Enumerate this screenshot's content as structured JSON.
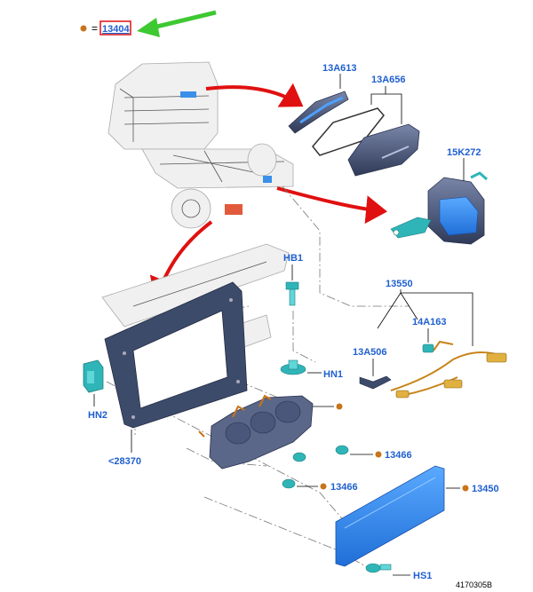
{
  "header": {
    "legend_equals": "=",
    "legend_part": "13404"
  },
  "labels": {
    "l13A613": "13A613",
    "l13A656": "13A656",
    "l15K272": "15K272",
    "lHB1": "HB1",
    "l13550": "13550",
    "l14A163": "14A163",
    "l13A506": "13A506",
    "lHN1": "HN1",
    "lHN2": "HN2",
    "l28370": "<28370",
    "l13466a": "13466",
    "l13466b": "13466",
    "l13450": "13450",
    "lHS1": "HS1"
  },
  "footer": {
    "figure_id": "4170305B"
  },
  "colors": {
    "label_blue": "#1f5fd0",
    "dot_orange": "#c8741a",
    "highlight_red": "#e01010",
    "arrow_green": "#3ec832",
    "part_blue": "#3a8fe8",
    "part_navy": "#3d4b6b",
    "part_teal": "#2fb5b8"
  }
}
